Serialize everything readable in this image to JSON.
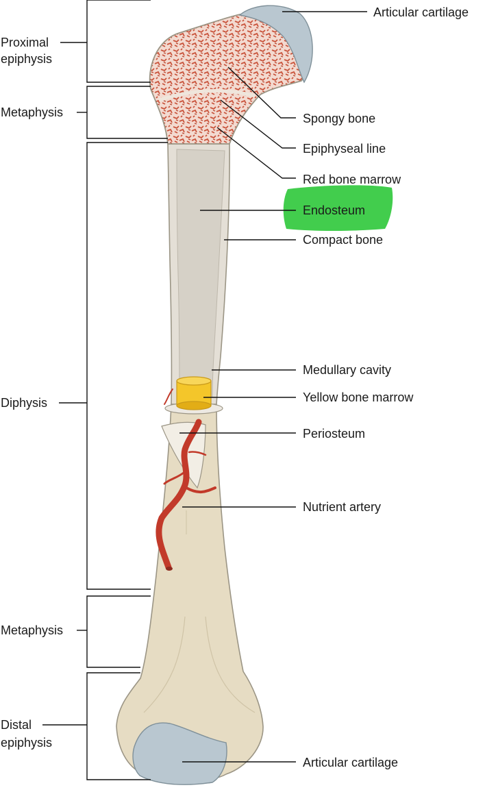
{
  "colors": {
    "bone_shaft": "#E6DCC3",
    "bone_outline": "#9B9585",
    "compact_bone_cut": "#E4DFD6",
    "medullary_cavity": "#D6D1C7",
    "spongy_bone": "#F3DAD0",
    "red_marrow": "#C9533B",
    "articular_cartilage": "#B9C7D0",
    "yellow_marrow": "#F4C62A",
    "artery": "#C23A2A",
    "highlight": "#2DC83A"
  },
  "region_labels": {
    "proximal_epiphysis": [
      "Proximal",
      "epiphysis"
    ],
    "proximal_metaphysis": "Metaphysis",
    "diphysis": "Diphysis",
    "distal_metaphysis": "Metaphysis",
    "distal_epiphysis": [
      "Distal",
      "epiphysis"
    ]
  },
  "structure_labels": {
    "articular_cartilage_top": "Articular cartilage",
    "spongy_bone": "Spongy bone",
    "epiphyseal_line": "Epiphyseal line",
    "red_bone_marrow": "Red bone marrow",
    "endosteum": "Endosteum",
    "compact_bone": "Compact bone",
    "medullary_cavity": "Medullary cavity",
    "yellow_bone_marrow": "Yellow bone marrow",
    "periosteum": "Periosteum",
    "nutrient_artery": "Nutrient artery",
    "articular_cartilage_bottom": "Articular cartilage"
  }
}
